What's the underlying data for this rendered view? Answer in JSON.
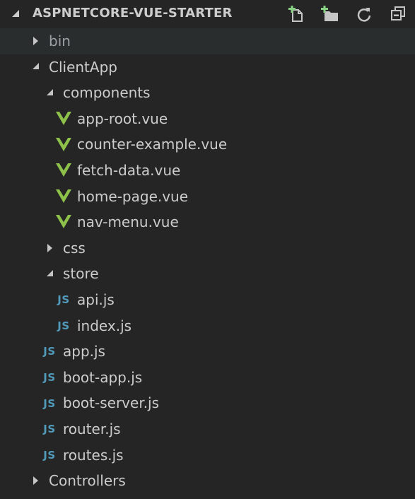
{
  "explorer": {
    "title": "ASPNETCORE-VUE-STARTER",
    "actions": [
      {
        "name": "new-file-button",
        "icon": "new-file-icon"
      },
      {
        "name": "new-folder-button",
        "icon": "new-folder-icon"
      },
      {
        "name": "refresh-button",
        "icon": "refresh-icon"
      },
      {
        "name": "collapse-all-button",
        "icon": "collapse-all-icon"
      }
    ]
  },
  "colors": {
    "background": "#252526",
    "text": "#cccccc",
    "vue_green": "#8dc149",
    "js_blue": "#519aba",
    "accent_add": "#89d185"
  },
  "tree": [
    {
      "label": "bin",
      "type": "folder",
      "expanded": false,
      "depth": 0
    },
    {
      "label": "ClientApp",
      "type": "folder",
      "expanded": true,
      "depth": 0
    },
    {
      "label": "components",
      "type": "folder",
      "expanded": true,
      "depth": 1
    },
    {
      "label": "app-root.vue",
      "type": "vue",
      "depth": 2
    },
    {
      "label": "counter-example.vue",
      "type": "vue",
      "depth": 2
    },
    {
      "label": "fetch-data.vue",
      "type": "vue",
      "depth": 2
    },
    {
      "label": "home-page.vue",
      "type": "vue",
      "depth": 2
    },
    {
      "label": "nav-menu.vue",
      "type": "vue",
      "depth": 2
    },
    {
      "label": "css",
      "type": "folder",
      "expanded": false,
      "depth": 1
    },
    {
      "label": "store",
      "type": "folder",
      "expanded": true,
      "depth": 1
    },
    {
      "label": "api.js",
      "type": "js",
      "depth": 2
    },
    {
      "label": "index.js",
      "type": "js",
      "depth": 2
    },
    {
      "label": "app.js",
      "type": "js",
      "depth": 1
    },
    {
      "label": "boot-app.js",
      "type": "js",
      "depth": 1
    },
    {
      "label": "boot-server.js",
      "type": "js",
      "depth": 1
    },
    {
      "label": "router.js",
      "type": "js",
      "depth": 1
    },
    {
      "label": "routes.js",
      "type": "js",
      "depth": 1
    },
    {
      "label": "Controllers",
      "type": "folder",
      "expanded": false,
      "depth": 0
    }
  ],
  "js_badge": "JS"
}
